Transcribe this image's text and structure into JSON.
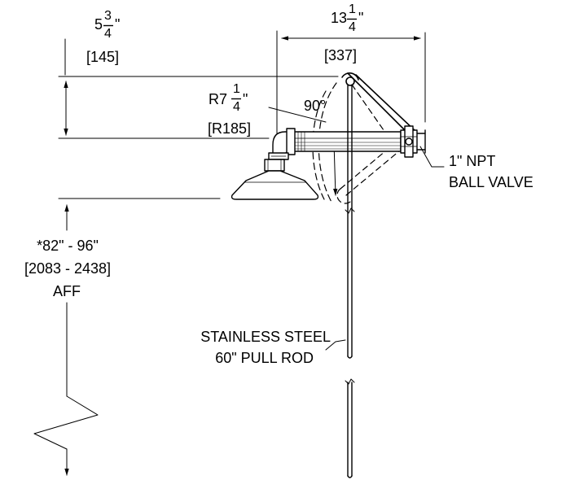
{
  "dims": {
    "offset_whole": "5",
    "offset_num": "3",
    "offset_den": "4",
    "offset_inch": "\"",
    "offset_mm": "[145]",
    "reach_whole": "13",
    "reach_num": "1",
    "reach_den": "4",
    "reach_inch": "\"",
    "reach_mm": "[337]",
    "radius_prefix": "R7",
    "radius_num": "1",
    "radius_den": "4",
    "radius_inch": "\"",
    "radius_mm": "[R185]",
    "angle": "90°",
    "height_in": "*82\" - 96\"",
    "height_mm": "[2083 - 2438]",
    "height_ref": "AFF"
  },
  "callouts": {
    "valve_line1": "1\" NPT",
    "valve_line2": "BALL VALVE",
    "rod_line1": "STAINLESS STEEL",
    "rod_line2": "60\" PULL ROD"
  }
}
